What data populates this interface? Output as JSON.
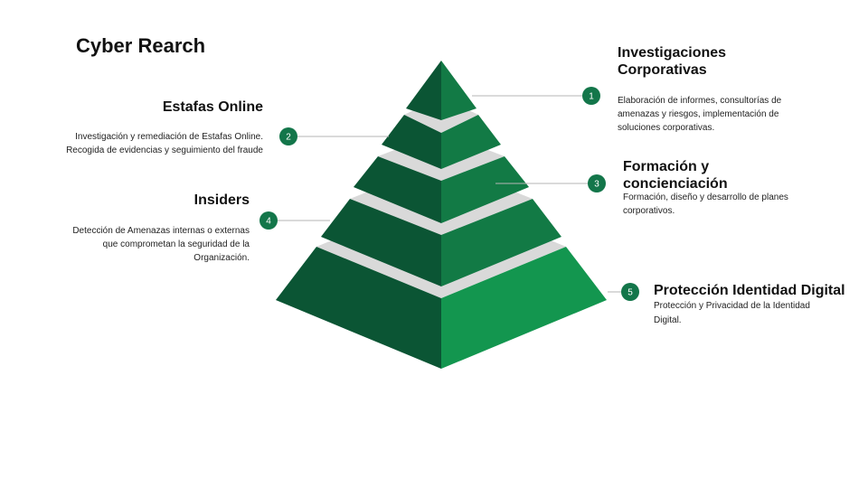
{
  "title": "Cyber Rearch",
  "colors": {
    "dark": "#0b5534",
    "mid": "#127a45",
    "light": "#13964f",
    "gap": "#d9d9d9",
    "badge": "#13764a",
    "line": "#b5b5b5"
  },
  "levels": [
    {
      "number": "1",
      "heading": "Investigaciones Corporativas",
      "description": "Elaboración de informes, consultorías de amenazas y riesgos, implementación de soluciones corporativas."
    },
    {
      "number": "2",
      "heading": "Estafas Online",
      "description": "Investigación y remediación de Estafas Online. Recogida de evidencias y seguimiento del fraude"
    },
    {
      "number": "3",
      "heading": "Formación y concienciación",
      "description": "Formación, diseño y desarrollo de planes corporativos."
    },
    {
      "number": "4",
      "heading": "Insiders",
      "description": "Detección de Amenazas internas o externas que comprometan la seguridad de la Organización."
    },
    {
      "number": "5",
      "heading": "Protección Identidad Digital",
      "description": "Protección y Privacidad de la Identidad Digital."
    }
  ]
}
